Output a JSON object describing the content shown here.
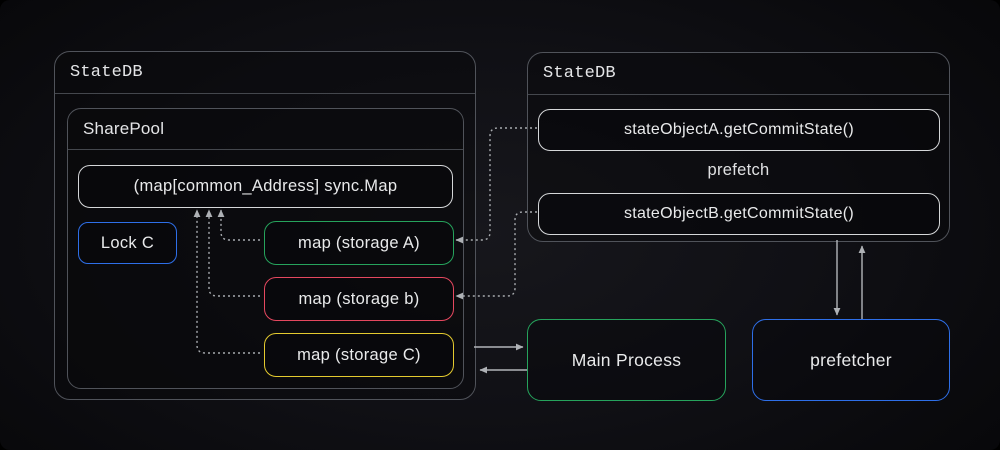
{
  "colors": {
    "background": "#0e0e12",
    "container_border": "#50535a",
    "light_box_border": "#d5d7d9",
    "text": "#e9eaeb",
    "connector_gray": "#a8abaf",
    "green": "#26a35c",
    "red": "#e5485f",
    "yellow": "#e4ca2f",
    "blue": "#2e6fe8"
  },
  "left_statedb": {
    "title": "StateDB",
    "sharepool": {
      "title": "SharePool",
      "sync_map_label": "(map[common_Address] sync.Map",
      "lock_label": "Lock C",
      "maps": [
        {
          "label": "map (storage A)",
          "border_color": "#26a35c"
        },
        {
          "label": "map (storage b)",
          "border_color": "#e5485f"
        },
        {
          "label": "map (storage C)",
          "border_color": "#e4ca2f"
        }
      ]
    }
  },
  "right_statedb": {
    "title": "StateDB",
    "items": [
      "stateObjectA.getCommitState()",
      "stateObjectB.getCommitState()"
    ],
    "prefetch_label": "prefetch"
  },
  "processes": {
    "main_process": {
      "label": "Main Process",
      "border_color": "#26a35c"
    },
    "prefetcher": {
      "label": "prefetcher",
      "border_color": "#2e6fe8"
    }
  },
  "connections": [
    {
      "from": "map (storage A)",
      "to": "(map[common_Address] sync.Map",
      "style": "dotted",
      "arrow": "into sync.Map bottom"
    },
    {
      "from": "map (storage b)",
      "to": "(map[common_Address] sync.Map",
      "style": "dotted",
      "arrow": "into sync.Map bottom"
    },
    {
      "from": "map (storage C)",
      "to": "(map[common_Address] sync.Map",
      "style": "dotted",
      "arrow": "into sync.Map bottom"
    },
    {
      "from": "stateObjectA.getCommitState()",
      "to": "map (storage A)",
      "style": "dotted",
      "arrow": "into map right side"
    },
    {
      "from": "stateObjectB.getCommitState()",
      "to": "map (storage b)",
      "style": "dotted",
      "arrow": "into map right side"
    },
    {
      "from": "StateDB (left)",
      "to": "Main Process",
      "style": "solid",
      "arrow": "right"
    },
    {
      "from": "Main Process",
      "to": "StateDB (left)",
      "style": "solid",
      "arrow": "left"
    },
    {
      "from": "StateDB (right)",
      "to": "prefetcher",
      "style": "solid",
      "arrow": "down"
    },
    {
      "from": "prefetcher",
      "to": "StateDB (right)",
      "style": "solid",
      "arrow": "up"
    }
  ]
}
